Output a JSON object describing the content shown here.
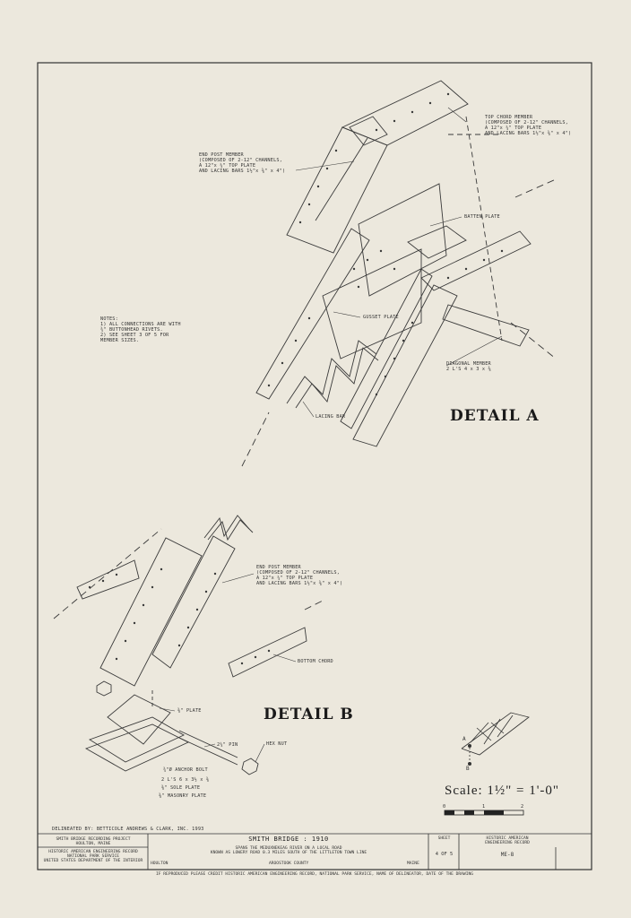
{
  "details": {
    "a": "DETAIL A",
    "b": "DETAIL B"
  },
  "labels_a": {
    "top_chord": "TOP CHORD MEMBER\n(COMPOSED OF 2-12\" CHANNELS,\nA 12\"x ¼\" TOP PLATE\nAND LACING BARS 1½\"x ⅜\" x 4\")",
    "end_post": "END POST MEMBER\n(COMPOSED OF 2-12\" CHANNELS,\nA 12\"x ¼\" TOP PLATE\nAND LACING BARS 1½\"x ⅜\" x 4\")",
    "batten_plate": "BATTEN PLATE",
    "gusset_plate": "GUSSET PLATE",
    "diagonal_member": "DIAGONAL MEMBER\n2 L'S 4 x 3 x ⅜",
    "lacing_bar": "LACING BAR"
  },
  "notes": "NOTES:\n1) ALL CONNECTIONS ARE WITH\n   ¾\" BUTTONHEAD RIVETS.\n2) SEE SHEET 3 OF 5 FOR\n   MEMBER SIZES.",
  "labels_b": {
    "end_post": "END POST MEMBER\n(COMPOSED OF 2-12\" CHANNELS,\nA 12\"x ¼\" TOP PLATE\nAND LACING BARS 1½\"x ⅜\" x 4\")",
    "bottom_chord": "BOTTOM CHORD",
    "plate": "⅜\" PLATE",
    "pin": "2¼\" PIN",
    "hex_nut": "HEX NUT",
    "anchor_bolt": "¾\"Ø ANCHOR BOLT",
    "angles": "2 L'S 6 x 3½ x ⅜",
    "sole_plate": "⅜\" SOLE PLATE",
    "masonry_plate": "⅜\" MASONRY PLATE"
  },
  "key": {
    "a": "A",
    "b": "B"
  },
  "scale": {
    "text": "Scale: 1½\" = 1'-0\"",
    "ticks": [
      "0",
      "1",
      "2"
    ]
  },
  "title_block": {
    "delineator": "DELINEATED BY: BETTICOLE ANDREWS & CLARK, INC.   1993",
    "project": "SMITH BRIDGE RECORDING PROJECT\nHOULTON, MAINE",
    "agency": "HISTORIC AMERICAN ENGINEERING RECORD\nNATIONAL PARK SERVICE\nUNITED STATES DEPARTMENT OF THE INTERIOR",
    "title": "SMITH BRIDGE : 1910",
    "subtitle": "SPANS THE MEDUXNEKEAG RIVER ON A LOCAL ROAD\nKNOWN AS LOWERY ROAD 0.3 MILES SOUTH OF THE LITTLETON TOWN LINE",
    "town": "HOULTON",
    "county": "AROOSTOOK COUNTY",
    "state": "MAINE",
    "sheet_label": "SHEET",
    "sheet": "4 OF 5",
    "haer_label": "HISTORIC AMERICAN\nENGINEERING RECORD",
    "number": "ME-8",
    "footer": "IF REPRODUCED PLEASE CREDIT HISTORIC AMERICAN ENGINEERING RECORD, NATIONAL PARK SERVICE, NAME OF DELINEATOR, DATE OF THE DRAWING"
  }
}
